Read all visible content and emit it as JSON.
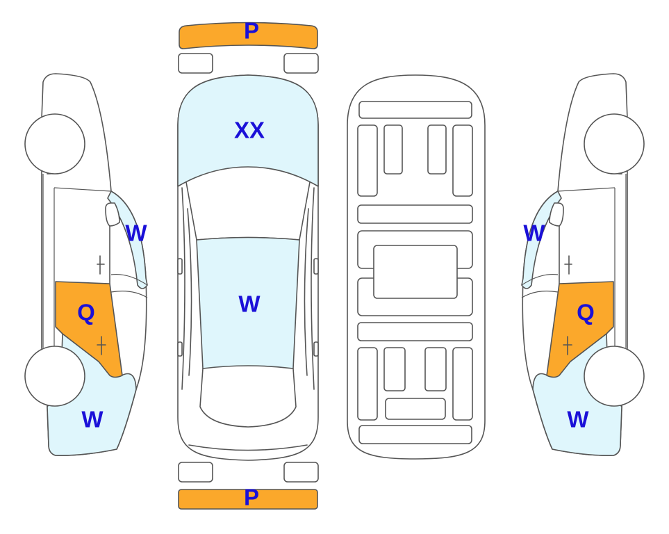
{
  "colors": {
    "panel_light": "#dff6fc",
    "panel_orange": "#fba82b",
    "outline": "#555555",
    "label": "#1a10d8"
  },
  "labels": {
    "front_bumper": "P",
    "rear_bumper": "P",
    "hood": "XX",
    "roof": "W",
    "left_door": "Q",
    "left_windshield": "W",
    "left_fender": "W",
    "right_door": "Q",
    "right_windshield": "W",
    "right_fender": "W"
  }
}
